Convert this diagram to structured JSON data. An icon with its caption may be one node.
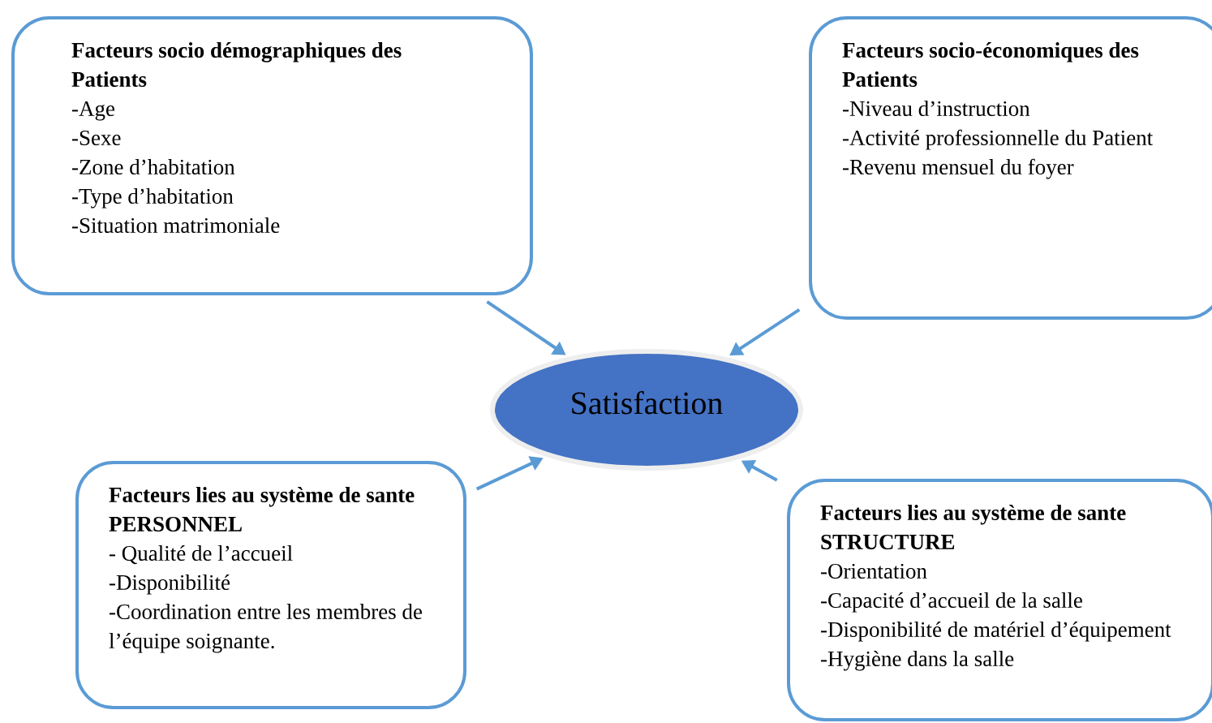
{
  "diagram": {
    "nodes": [
      {
        "text": [
          "Facteurs socio démographiques des Patients",
          "-Age",
          "-Sexe",
          "-Zone d’habitation",
          "-Type d’habitation",
          "-Situation matrimoniale"
        ]
      },
      {
        "text": [
          "Facteurs socio-économiques des Patients",
          "-Niveau d’instruction",
          "-Activité professionnelle du Patient",
          "-Revenu mensuel du foyer"
        ]
      },
      {
        "text": [
          "Facteurs lies au système de sante",
          "PERSONNEL",
          "- Qualité de l’accueil",
          "-Disponibilité",
          "-Coordination entre les membres de l’équipe soignante."
        ]
      },
      {
        "text": [
          "Facteurs lies au système de sante",
          "STRUCTURE",
          "-Orientation",
          "-Capacité d’accueil de la salle",
          "-Disponibilité de matériel d’équipement",
          "-Hygiène dans la salle"
        ]
      },
      {
        "text": [
          "Satisfaction"
        ]
      }
    ],
    "edges": [
      {
        "from": 0,
        "to": 4,
        "arrow": "to"
      },
      {
        "from": 1,
        "to": 4,
        "arrow": "to"
      },
      {
        "from": 2,
        "to": 4,
        "arrow": "to"
      },
      {
        "from": 3,
        "to": 4,
        "arrow": "to"
      }
    ]
  }
}
